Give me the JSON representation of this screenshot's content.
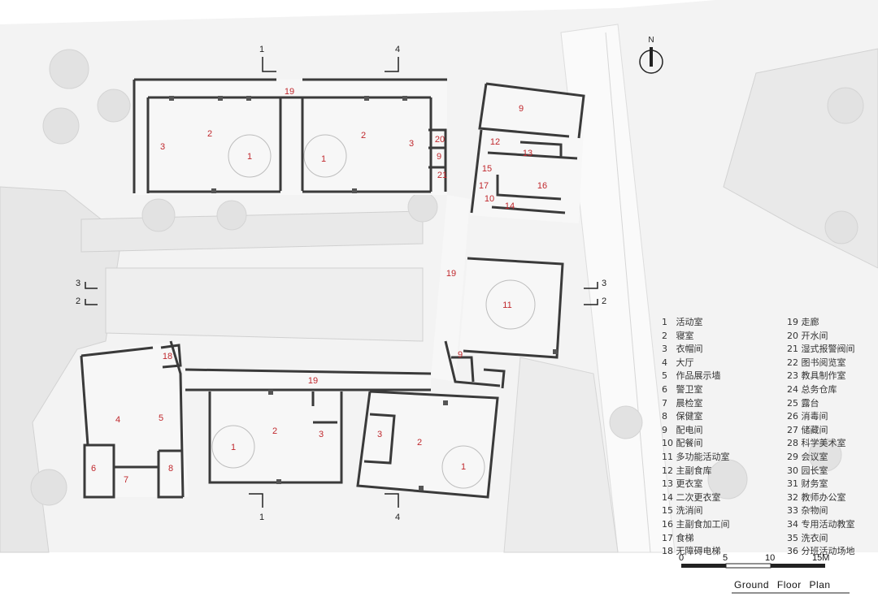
{
  "north_label": "N",
  "caption": "Ground Floor Plan",
  "scale_labels": [
    "0",
    "5",
    "10",
    "15M"
  ],
  "section_markers": [
    {
      "id": "1",
      "label": "1"
    },
    {
      "id": "4",
      "label": "4"
    },
    {
      "id": "3",
      "label": "3"
    },
    {
      "id": "2",
      "label": "2"
    }
  ],
  "room_tags": [
    "19",
    "2",
    "3",
    "1",
    "2",
    "1",
    "3",
    "20",
    "9",
    "21",
    "9",
    "12",
    "13",
    "15",
    "17",
    "16",
    "10",
    "14",
    "19",
    "11",
    "18",
    "4",
    "5",
    "6",
    "7",
    "8",
    "19",
    "2",
    "3",
    "1",
    "3",
    "2",
    "1",
    "9"
  ],
  "legend": [
    {
      "num": "1",
      "name": "活动室"
    },
    {
      "num": "2",
      "name": "寝室"
    },
    {
      "num": "3",
      "name": "衣帽间"
    },
    {
      "num": "4",
      "name": "大厅"
    },
    {
      "num": "5",
      "name": "作品展示墙"
    },
    {
      "num": "6",
      "name": "警卫室"
    },
    {
      "num": "7",
      "name": "晨检室"
    },
    {
      "num": "8",
      "name": "保健室"
    },
    {
      "num": "9",
      "name": "配电间"
    },
    {
      "num": "10",
      "name": "配餐间"
    },
    {
      "num": "11",
      "name": "多功能活动室"
    },
    {
      "num": "12",
      "name": "主副食库"
    },
    {
      "num": "13",
      "name": "更衣室"
    },
    {
      "num": "14",
      "name": "二次更衣室"
    },
    {
      "num": "15",
      "name": "洗消间"
    },
    {
      "num": "16",
      "name": "主副食加工间"
    },
    {
      "num": "17",
      "name": "食梯"
    },
    {
      "num": "18",
      "name": "无障碍电梯"
    },
    {
      "num": "19",
      "name": "走廊"
    },
    {
      "num": "20",
      "name": "开水间"
    },
    {
      "num": "21",
      "name": "湿式报警阀间"
    },
    {
      "num": "22",
      "name": "图书阅览室"
    },
    {
      "num": "23",
      "name": "教具制作室"
    },
    {
      "num": "24",
      "name": "总务仓库"
    },
    {
      "num": "25",
      "name": "露台"
    },
    {
      "num": "26",
      "name": "消毒间"
    },
    {
      "num": "27",
      "name": "储藏间"
    },
    {
      "num": "28",
      "name": "科学美术室"
    },
    {
      "num": "29",
      "name": "会议室"
    },
    {
      "num": "30",
      "name": "园长室"
    },
    {
      "num": "31",
      "name": "财务室"
    },
    {
      "num": "32",
      "name": "教师办公室"
    },
    {
      "num": "33",
      "name": "杂物间"
    },
    {
      "num": "34",
      "name": "专用活动教室"
    },
    {
      "num": "35",
      "name": "洗衣间"
    },
    {
      "num": "36",
      "name": "分班活动场地"
    }
  ]
}
